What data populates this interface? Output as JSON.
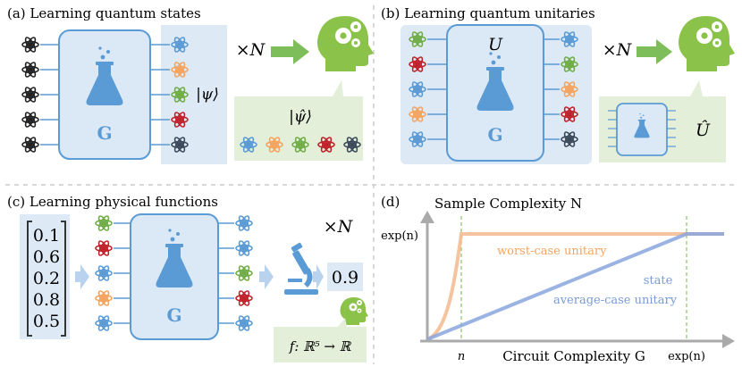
{
  "panels": {
    "a": {
      "title": "(a) Learning quantum states",
      "times_n": "×N",
      "psi": "|ψ⟩",
      "psi_hat": "|ψ̂⟩",
      "circuit": "G"
    },
    "b": {
      "title": "(b) Learning quantum unitaries",
      "times_n": "×N",
      "u": "U",
      "u_hat": "Û",
      "circuit": "G"
    },
    "c": {
      "title": "(c) Learning physical functions",
      "times_n": "×N",
      "vector": [
        "0.1",
        "0.6",
        "0.2",
        "0.8",
        "0.5"
      ],
      "output": "0.9",
      "function": "f: ℝ⁵ → ℝ",
      "circuit": "G"
    },
    "d": {
      "title": "(d)"
    }
  },
  "colors": {
    "panel_fill": "#dde9f5",
    "green_fill": "#e3efd9",
    "blue": "#5b9bd5",
    "orange": "#f4a460",
    "green": "#70ad47",
    "red": "#c0212b",
    "dark": "#3c4a5c",
    "arrow_green": "#7dbe5a",
    "line_orange": "#f5b98e",
    "line_blue": "#8aa6dd"
  },
  "chart_data": {
    "type": "line",
    "ylabel": "Sample Complexity N",
    "xlabel": "Circuit Complexity G",
    "x_ticks": [
      "n",
      "exp(n)"
    ],
    "y_ticks": [
      "exp(n)"
    ],
    "series": [
      {
        "name": "worst-case unitary",
        "color": "#f5b98e",
        "points": [
          [
            "0",
            "0"
          ],
          [
            "n",
            "exp(n)"
          ],
          [
            "exp(n)",
            "exp(n)"
          ]
        ]
      },
      {
        "name": "state",
        "color": "#8aa6dd",
        "points": [
          [
            "0",
            "0"
          ],
          [
            "exp(n)",
            "exp(n)"
          ]
        ]
      },
      {
        "name": "average-case unitary",
        "color": "#8aa6dd",
        "points": [
          [
            "0",
            "0"
          ],
          [
            "exp(n)",
            "exp(n)"
          ]
        ]
      }
    ],
    "legend": "inline labels",
    "grid": false
  }
}
